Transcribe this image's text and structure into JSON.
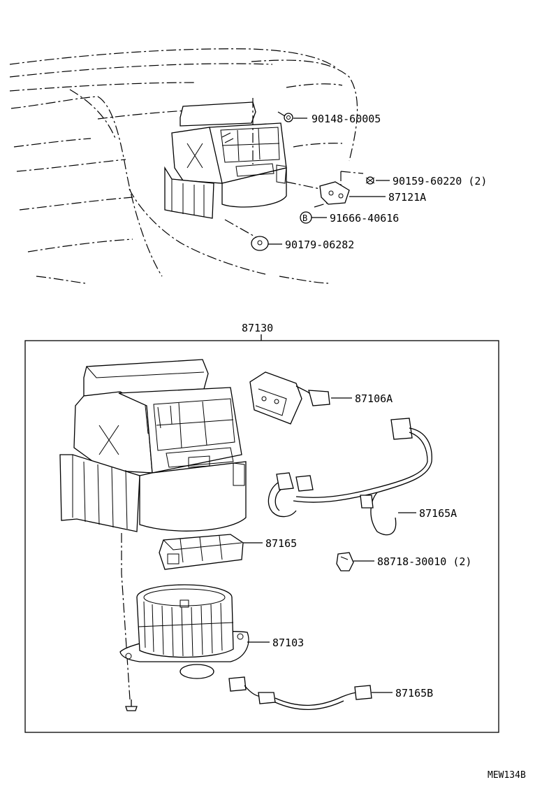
{
  "callouts": {
    "bolt": "90148-60005",
    "screw": "90159-60220 (2)",
    "bracket": "87121A",
    "nut": "91666-40616",
    "clip": "90179-06282",
    "unit": "87130",
    "resistor": "87106A",
    "wire_a": "87165A",
    "servo": "87165",
    "connector_clip": "88718-30010 (2)",
    "blower_motor": "87103",
    "wire_b": "87165B"
  },
  "nut_mark": "B",
  "diagram_code": "MEW134B"
}
